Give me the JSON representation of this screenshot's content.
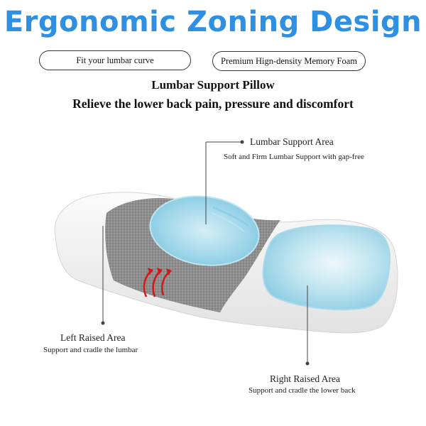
{
  "header": {
    "title": "Ergonomic Zoning Design",
    "badge_left": "Fit your lumbar curve",
    "badge_right": "Premium Hign-density Memory Foam"
  },
  "product": {
    "name": "Lumbar Support Pillow",
    "tagline": "Relieve the lower back pain, pressure and discomfort"
  },
  "callouts": {
    "lumbar": {
      "title": "Lumbar Support Area",
      "desc": "Soft and Firm Lumbar Support with gap-free"
    },
    "left": {
      "title": "Left Raised Area",
      "desc": "Support and cradle the lumbar"
    },
    "right": {
      "title": "Right Raised Area",
      "desc": "Support and cradle the lower back"
    }
  },
  "colors": {
    "title_blue": "#2f8fe0",
    "fabric_gray": "#8c8c8c",
    "gel_blue": "#a8dcec",
    "arrow_red": "#d21818"
  }
}
